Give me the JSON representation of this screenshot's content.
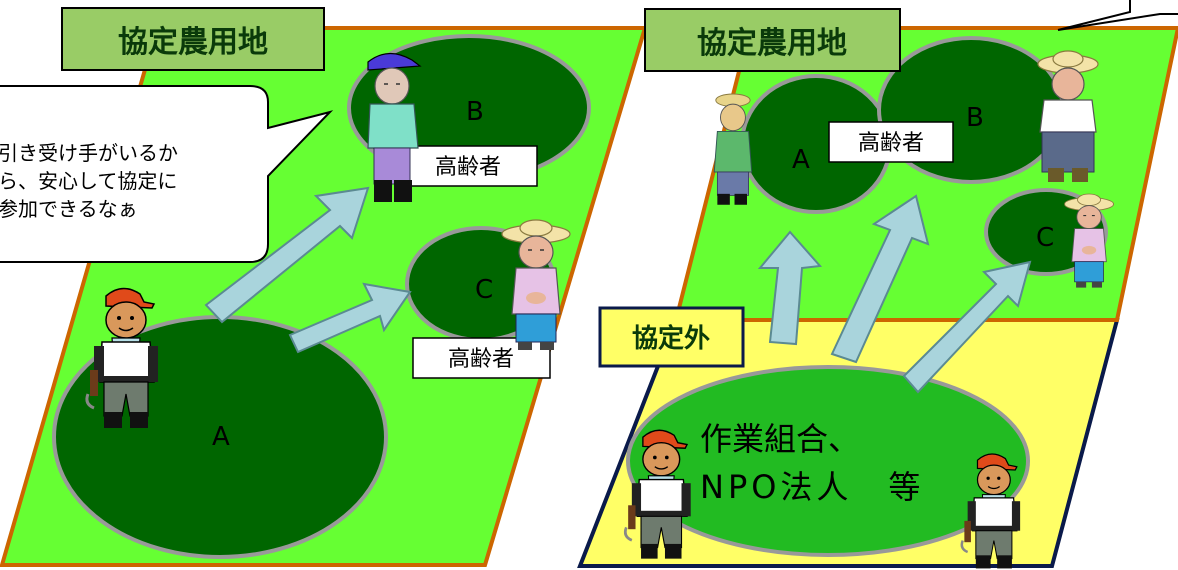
{
  "left_panel": {
    "title": "協定農用地",
    "speech_lines": [
      "引き受け手がいるか",
      "ら、安心して協定に",
      "参加できるなぁ"
    ],
    "field_labels": {
      "a": "A",
      "b": "B",
      "c": "C"
    },
    "tags": {
      "b": "高齢者",
      "c": "高齢者"
    }
  },
  "right_panel": {
    "title": "協定農用地",
    "outside_title": "協定外",
    "field_labels": {
      "a": "A",
      "b": "B",
      "c": "C"
    },
    "tag": "高齢者",
    "group_lines": [
      "作業組合、",
      "NPO法人　等"
    ]
  },
  "colors": {
    "field_light": "#66ff33",
    "field_dark": "#006600",
    "outside_yellow": "#ffff66",
    "arrow": "#a9d4dc",
    "title_bg": "#99cc66",
    "border_orange": "#cc6600"
  }
}
